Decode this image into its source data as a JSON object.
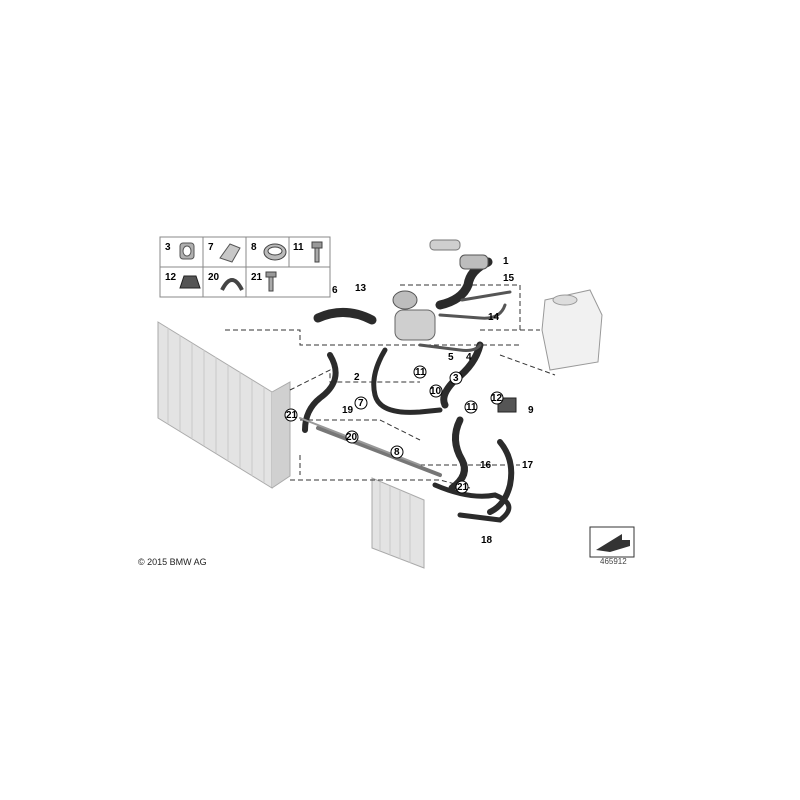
{
  "legend": {
    "items": [
      {
        "num": "3",
        "icon": "hose-clamp-sleeve-icon"
      },
      {
        "num": "7",
        "icon": "bracket-clip-icon"
      },
      {
        "num": "8",
        "icon": "band-clamp-icon"
      },
      {
        "num": "11",
        "icon": "hex-bolt-icon"
      },
      {
        "num": "12",
        "icon": "spring-nut-icon"
      },
      {
        "num": "20",
        "icon": "hose-holder-icon"
      },
      {
        "num": "21",
        "icon": "torx-screw-icon"
      }
    ]
  },
  "callouts": {
    "plain": [
      "1",
      "2",
      "4",
      "5",
      "6",
      "9",
      "13",
      "14",
      "15",
      "16",
      "17",
      "18",
      "19"
    ],
    "circled": [
      "3",
      "7",
      "8",
      "10",
      "11",
      "11",
      "12",
      "20",
      "21",
      "21"
    ]
  },
  "copyright": "© 2015 BMW AG",
  "diagram_number": "465912",
  "colors": {
    "line": "#1a1a1a",
    "hose": "#2b2b2b",
    "metal": "#9a9a9a",
    "radiator": "#d9d9d9"
  }
}
